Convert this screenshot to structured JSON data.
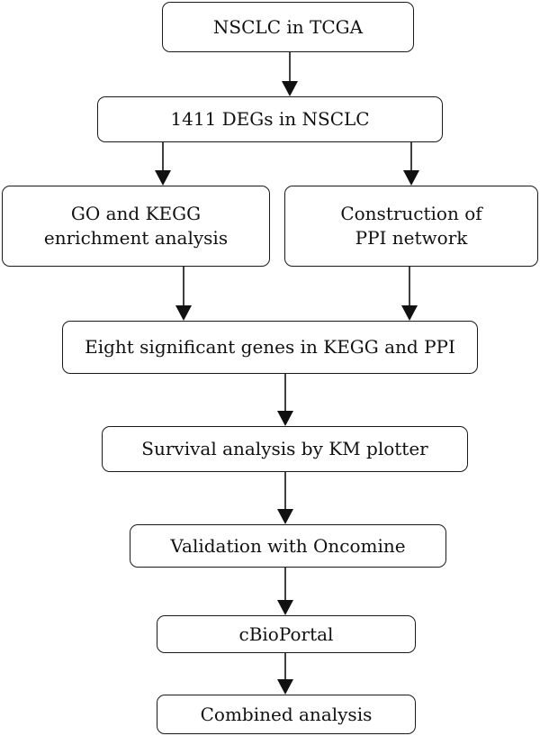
{
  "nodes": {
    "tcga": "NSCLC in TCGA",
    "degs": "1411 DEGs in NSCLC",
    "enrichment": "GO and KEGG\nenrichment analysis",
    "ppi": "Construction of\nPPI network",
    "genes": "Eight significant genes in KEGG and PPI",
    "survival": "Survival analysis by KM plotter",
    "oncomine": "Validation with Oncomine",
    "cbioportal": "cBioPortal",
    "combined": "Combined analysis"
  }
}
